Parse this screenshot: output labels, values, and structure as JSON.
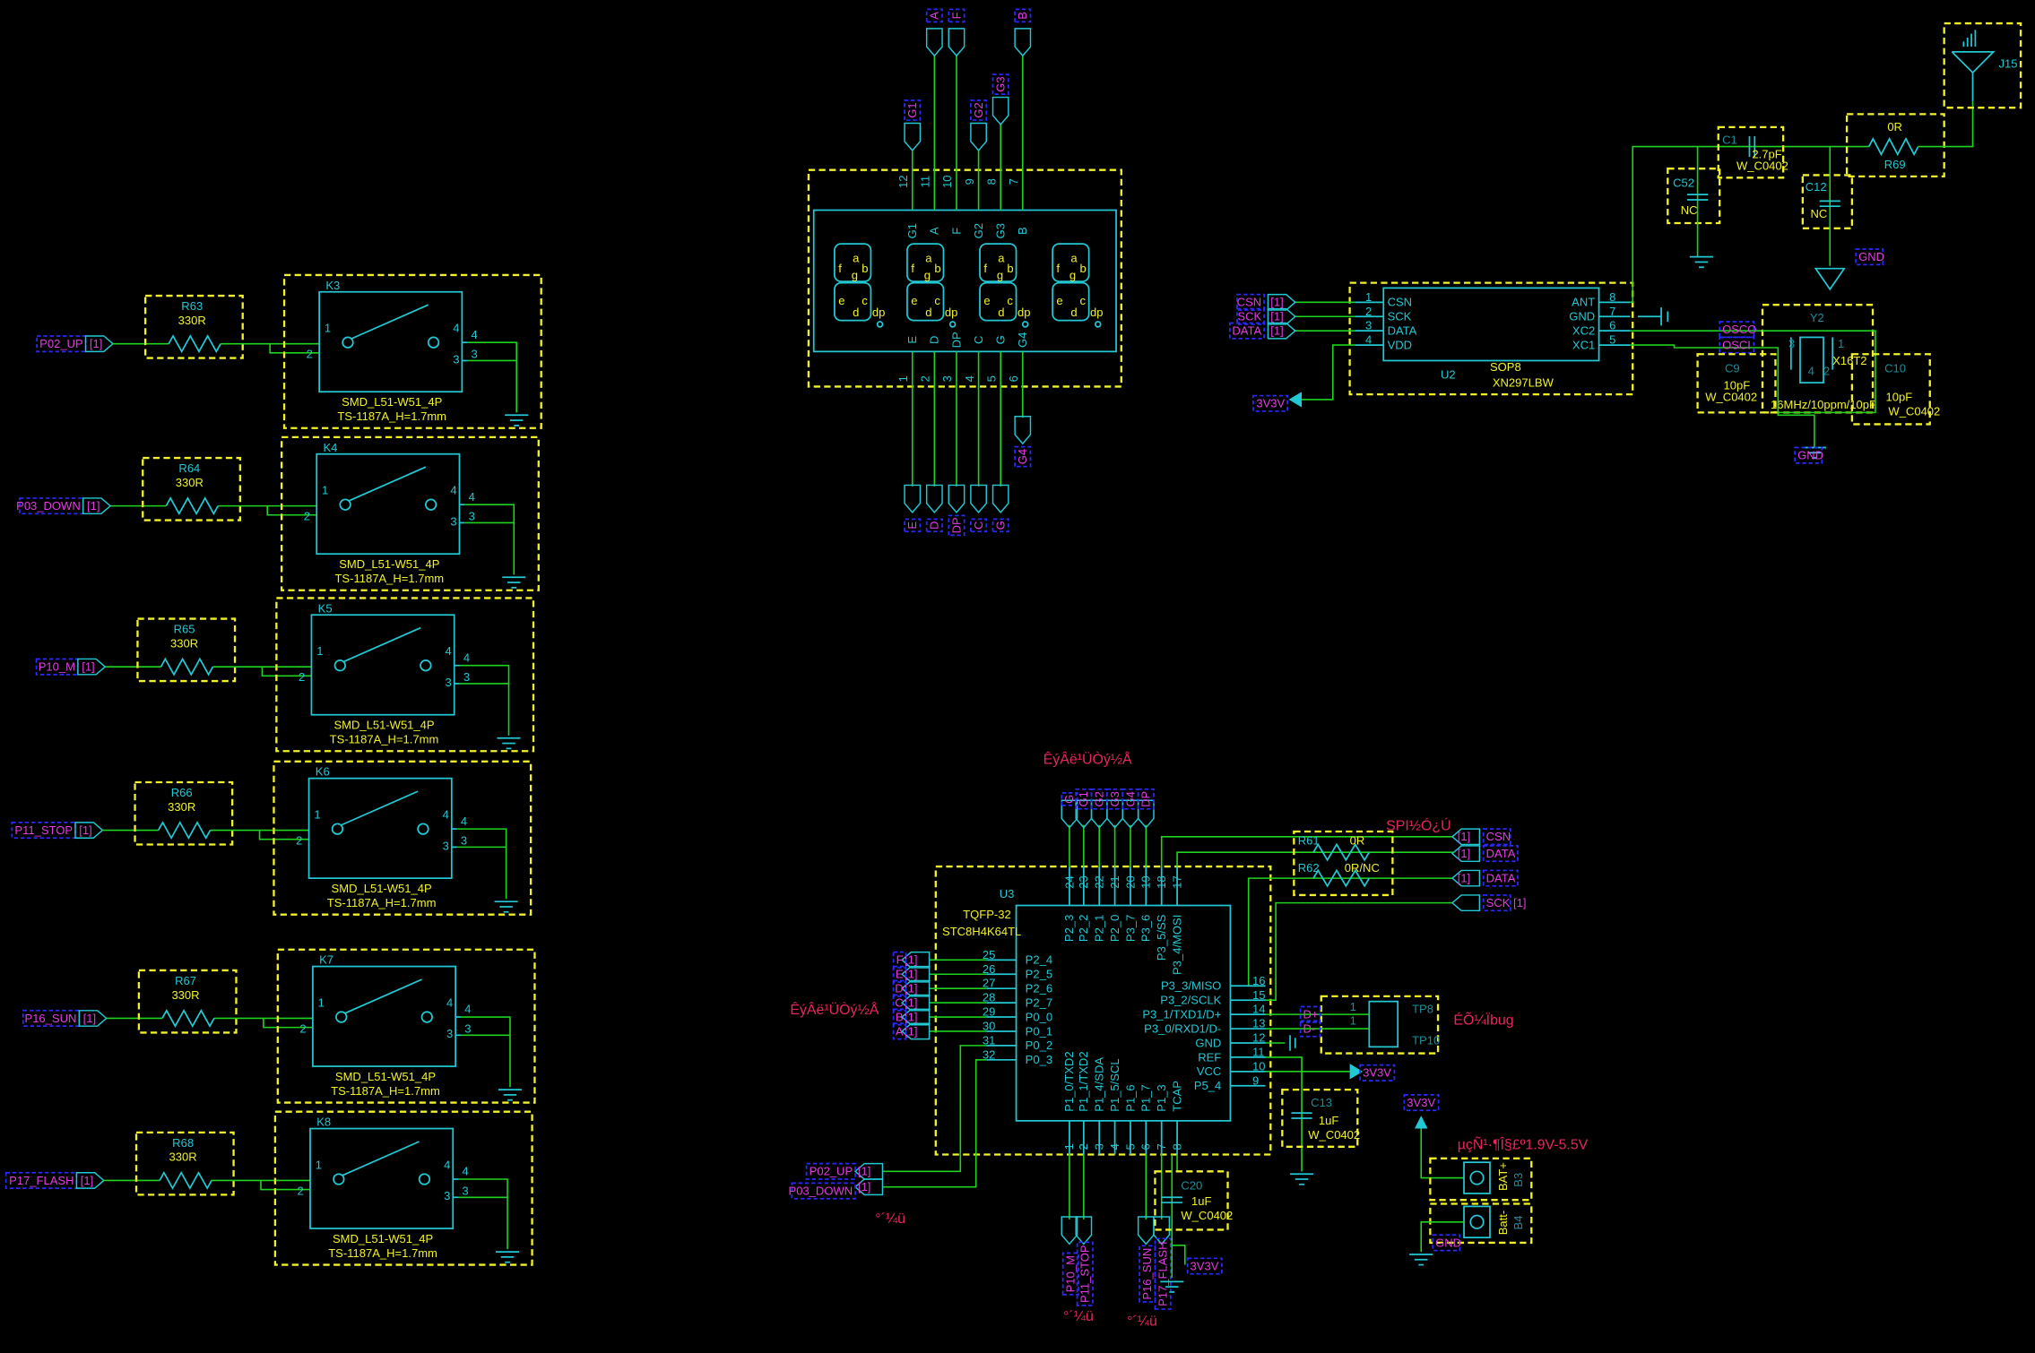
{
  "sheet_ref": "[1]",
  "switches": [
    {
      "net": "P02_UP",
      "res": "R63",
      "val": "330R",
      "sw": "K3",
      "fp": "SMD_L51-W51_4P",
      "model": "TS-1187A_H=1.7mm",
      "pins": [
        "1",
        "2",
        "4",
        "3",
        "4",
        "3"
      ]
    },
    {
      "net": "P03_DOWN",
      "res": "R64",
      "val": "330R",
      "sw": "K4",
      "fp": "SMD_L51-W51_4P",
      "model": "TS-1187A_H=1.7mm",
      "pins": [
        "1",
        "2",
        "4",
        "3",
        "4",
        "3"
      ]
    },
    {
      "net": "P10_M",
      "res": "R65",
      "val": "330R",
      "sw": "K5",
      "fp": "SMD_L51-W51_4P",
      "model": "TS-1187A_H=1.7mm",
      "pins": [
        "1",
        "2",
        "4",
        "3",
        "4",
        "3"
      ]
    },
    {
      "net": "P11_STOP",
      "res": "R66",
      "val": "330R",
      "sw": "K6",
      "fp": "SMD_L51-W51_4P",
      "model": "TS-1187A_H=1.7mm",
      "pins": [
        "1",
        "2",
        "4",
        "3",
        "4",
        "3"
      ]
    },
    {
      "net": "P16_SUN",
      "res": "R67",
      "val": "330R",
      "sw": "K7",
      "fp": "SMD_L51-W51_4P",
      "model": "TS-1187A_H=1.7mm",
      "pins": [
        "1",
        "2",
        "4",
        "3",
        "4",
        "3"
      ]
    },
    {
      "net": "P17_FLASH",
      "res": "R68",
      "val": "330R",
      "sw": "K8",
      "fp": "SMD_L51-W51_4P",
      "model": "TS-1187A_H=1.7mm",
      "pins": [
        "1",
        "2",
        "4",
        "3",
        "4",
        "3"
      ]
    }
  ],
  "display": {
    "segments": [
      "a",
      "b",
      "c",
      "d",
      "e",
      "f",
      "g",
      "dp"
    ],
    "top_pins": [
      {
        "num": "12",
        "name": "G1",
        "net": "G1"
      },
      {
        "num": "11",
        "name": "A",
        "net": "A"
      },
      {
        "num": "10",
        "name": "F",
        "net": "F"
      },
      {
        "num": "9",
        "name": "G2",
        "net": "G2"
      },
      {
        "num": "8",
        "name": "G3",
        "net": "G3"
      },
      {
        "num": "7",
        "name": "B",
        "net": "B"
      }
    ],
    "bottom_pins": [
      {
        "num": "1",
        "name": "E",
        "net": "E"
      },
      {
        "num": "2",
        "name": "D",
        "net": "D"
      },
      {
        "num": "3",
        "name": "DP",
        "net": "DP"
      },
      {
        "num": "4",
        "name": "C",
        "net": "C"
      },
      {
        "num": "5",
        "name": "G",
        "net": "G"
      },
      {
        "num": "6",
        "name": "G4",
        "net": "G4"
      }
    ]
  },
  "u2": {
    "ref": "U2",
    "package": "SOP8",
    "part": "XN297LBW",
    "left_pins": [
      {
        "num": "1",
        "name": "CSN",
        "net": "CSN"
      },
      {
        "num": "2",
        "name": "SCK",
        "net": "SCK"
      },
      {
        "num": "3",
        "name": "DATA",
        "net": "DATA"
      },
      {
        "num": "4",
        "name": "VDD",
        "net": "3V3V"
      }
    ],
    "right_pins": [
      {
        "num": "8",
        "name": "ANT"
      },
      {
        "num": "7",
        "name": "GND"
      },
      {
        "num": "6",
        "name": "XC2"
      },
      {
        "num": "5",
        "name": "XC1"
      }
    ]
  },
  "rf": {
    "c1": {
      "ref": "C1",
      "val": "2.7pF",
      "fp": "W_C0402"
    },
    "c52": {
      "ref": "C52",
      "val": "NC"
    },
    "c12": {
      "ref": "C12",
      "val": "NC"
    },
    "r69": {
      "ref": "R69",
      "val": "0R"
    },
    "j15": {
      "ref": "J15"
    },
    "gnd_label": "GND",
    "y2": {
      "ref": "Y2",
      "part": "X16T2",
      "spec": "16MHz/10ppm/10pF",
      "pins": [
        "3",
        "1",
        "4",
        "2"
      ]
    },
    "osco": "OSCO",
    "osci": "OSCI",
    "c9": {
      "ref": "C9",
      "val": "10pF",
      "fp": "W_C0402"
    },
    "c10": {
      "ref": "C10",
      "val": "10pF",
      "fp": "W_C0402"
    },
    "gnd_bottom": "GND"
  },
  "u3": {
    "ref": "U3",
    "package": "TQFP-32",
    "part": "STC8H4K64TL",
    "top_header": "ÊýÂë¹ÜÒý½Å",
    "left_header": "ÊýÂë¹ÜÒý½Å",
    "top_pins": [
      {
        "num": "24",
        "name": "P2_3",
        "net": "G"
      },
      {
        "num": "23",
        "name": "P2_2",
        "net": "G1"
      },
      {
        "num": "22",
        "name": "P2_1",
        "net": "G2"
      },
      {
        "num": "21",
        "name": "P2_0",
        "net": "G3"
      },
      {
        "num": "20",
        "name": "P3_7",
        "net": "G4"
      },
      {
        "num": "19",
        "name": "P3_6",
        "net": "DP"
      },
      {
        "num": "18",
        "name": "P3_5/SS"
      },
      {
        "num": "17",
        "name": "P3_4/MOSI"
      }
    ],
    "left_pins": [
      {
        "num": "25",
        "name": "P2_4",
        "net": "F"
      },
      {
        "num": "26",
        "name": "P2_5",
        "net": "E"
      },
      {
        "num": "27",
        "name": "P2_6",
        "net": "D"
      },
      {
        "num": "28",
        "name": "P2_7",
        "net": "C"
      },
      {
        "num": "29",
        "name": "P0_0",
        "net": "B"
      },
      {
        "num": "30",
        "name": "P0_1",
        "net": "A"
      },
      {
        "num": "31",
        "name": "P0_2"
      },
      {
        "num": "32",
        "name": "P0_3"
      }
    ],
    "right_pins": [
      {
        "num": "16",
        "name": "P3_3/MISO"
      },
      {
        "num": "15",
        "name": "P3_2/SCLK"
      },
      {
        "num": "14",
        "name": "P3_1/TXD1/D+"
      },
      {
        "num": "13",
        "name": "P3_0/RXD1/D-"
      },
      {
        "num": "12",
        "name": "GND"
      },
      {
        "num": "11",
        "name": "REF"
      },
      {
        "num": "10",
        "name": "VCC"
      },
      {
        "num": "9",
        "name": "P5_4"
      }
    ],
    "bottom_pins": [
      {
        "num": "1",
        "name": "P1_0/TXD2",
        "net": "P10_M"
      },
      {
        "num": "2",
        "name": "P1_1/TXD2",
        "net": "P11_STOP"
      },
      {
        "num": "3",
        "name": "P1_4/SDA"
      },
      {
        "num": "4",
        "name": "P1_5/SCL"
      },
      {
        "num": "5",
        "name": "P1_6"
      },
      {
        "num": "6",
        "name": "P1_7",
        "net": "P16_SUN"
      },
      {
        "num": "7",
        "name": "P1_3",
        "net": "P17_FLASH"
      },
      {
        "num": "8",
        "name": "TCAP"
      }
    ],
    "btn_nets": [
      "P02_UP",
      "P03_DOWN"
    ],
    "key_label_1": "°´¼ü",
    "key_label_2": "°´¼ü",
    "key_label_3": "°´¼ü"
  },
  "spi": {
    "header": "SPI½Ó¿Ú",
    "r61": {
      "ref": "R61",
      "val": "0R"
    },
    "r62": {
      "ref": "R62",
      "val": "0R/NC"
    },
    "nets": [
      "CSN",
      "DATA",
      "DATA",
      "SCK"
    ]
  },
  "debug": {
    "header": "ÉÕ¼Ïbug",
    "dp": "D+",
    "dm": "D-",
    "tp8": "TP8",
    "tp10": "TP10",
    "pin": "1"
  },
  "vcc_label": "3V3V",
  "c13": {
    "ref": "C13",
    "val": "1uF",
    "fp": "W_C0402"
  },
  "c20": {
    "ref": "C20",
    "val": "1uF",
    "fp": "W_C0402",
    "net": "3V3V"
  },
  "battery": {
    "vcc": "3V3V",
    "range": "µçÑ¹·¶Î§£º1.9V-5.5V",
    "b3": "B3",
    "bat_plus": "BAT+",
    "b4": "B4",
    "bat_minus": "Batt-",
    "gnd": "GND"
  }
}
